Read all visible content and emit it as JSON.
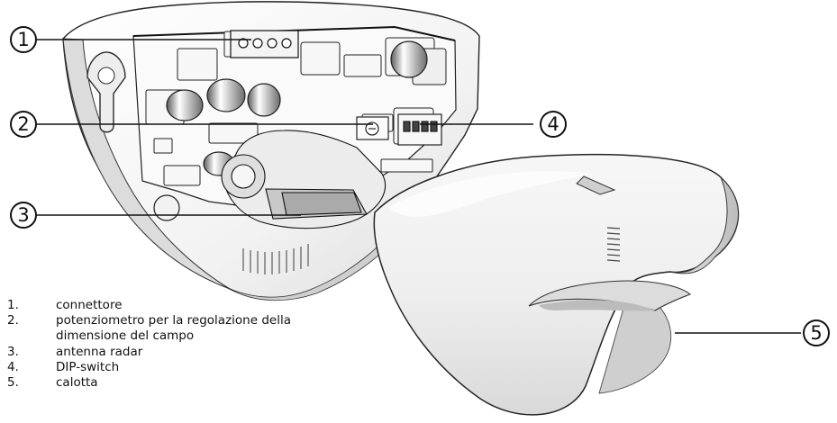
{
  "callouts": [
    "1",
    "2",
    "3",
    "4",
    "5"
  ],
  "legend": [
    {
      "number": "1.",
      "text": "connettore"
    },
    {
      "number": "2.",
      "text": "potenziometro per la regolazione della dimensione del campo"
    },
    {
      "number": "3.",
      "text": "antenna radar"
    },
    {
      "number": "4.",
      "text": "DIP-switch"
    },
    {
      "number": "5.",
      "text": "calotta"
    }
  ],
  "colors": {
    "line": "#111111",
    "board": "#f7f7f7",
    "cover": "#f5f5f5",
    "shade": "#d9d9d9",
    "dark": "#2d2d2d"
  }
}
